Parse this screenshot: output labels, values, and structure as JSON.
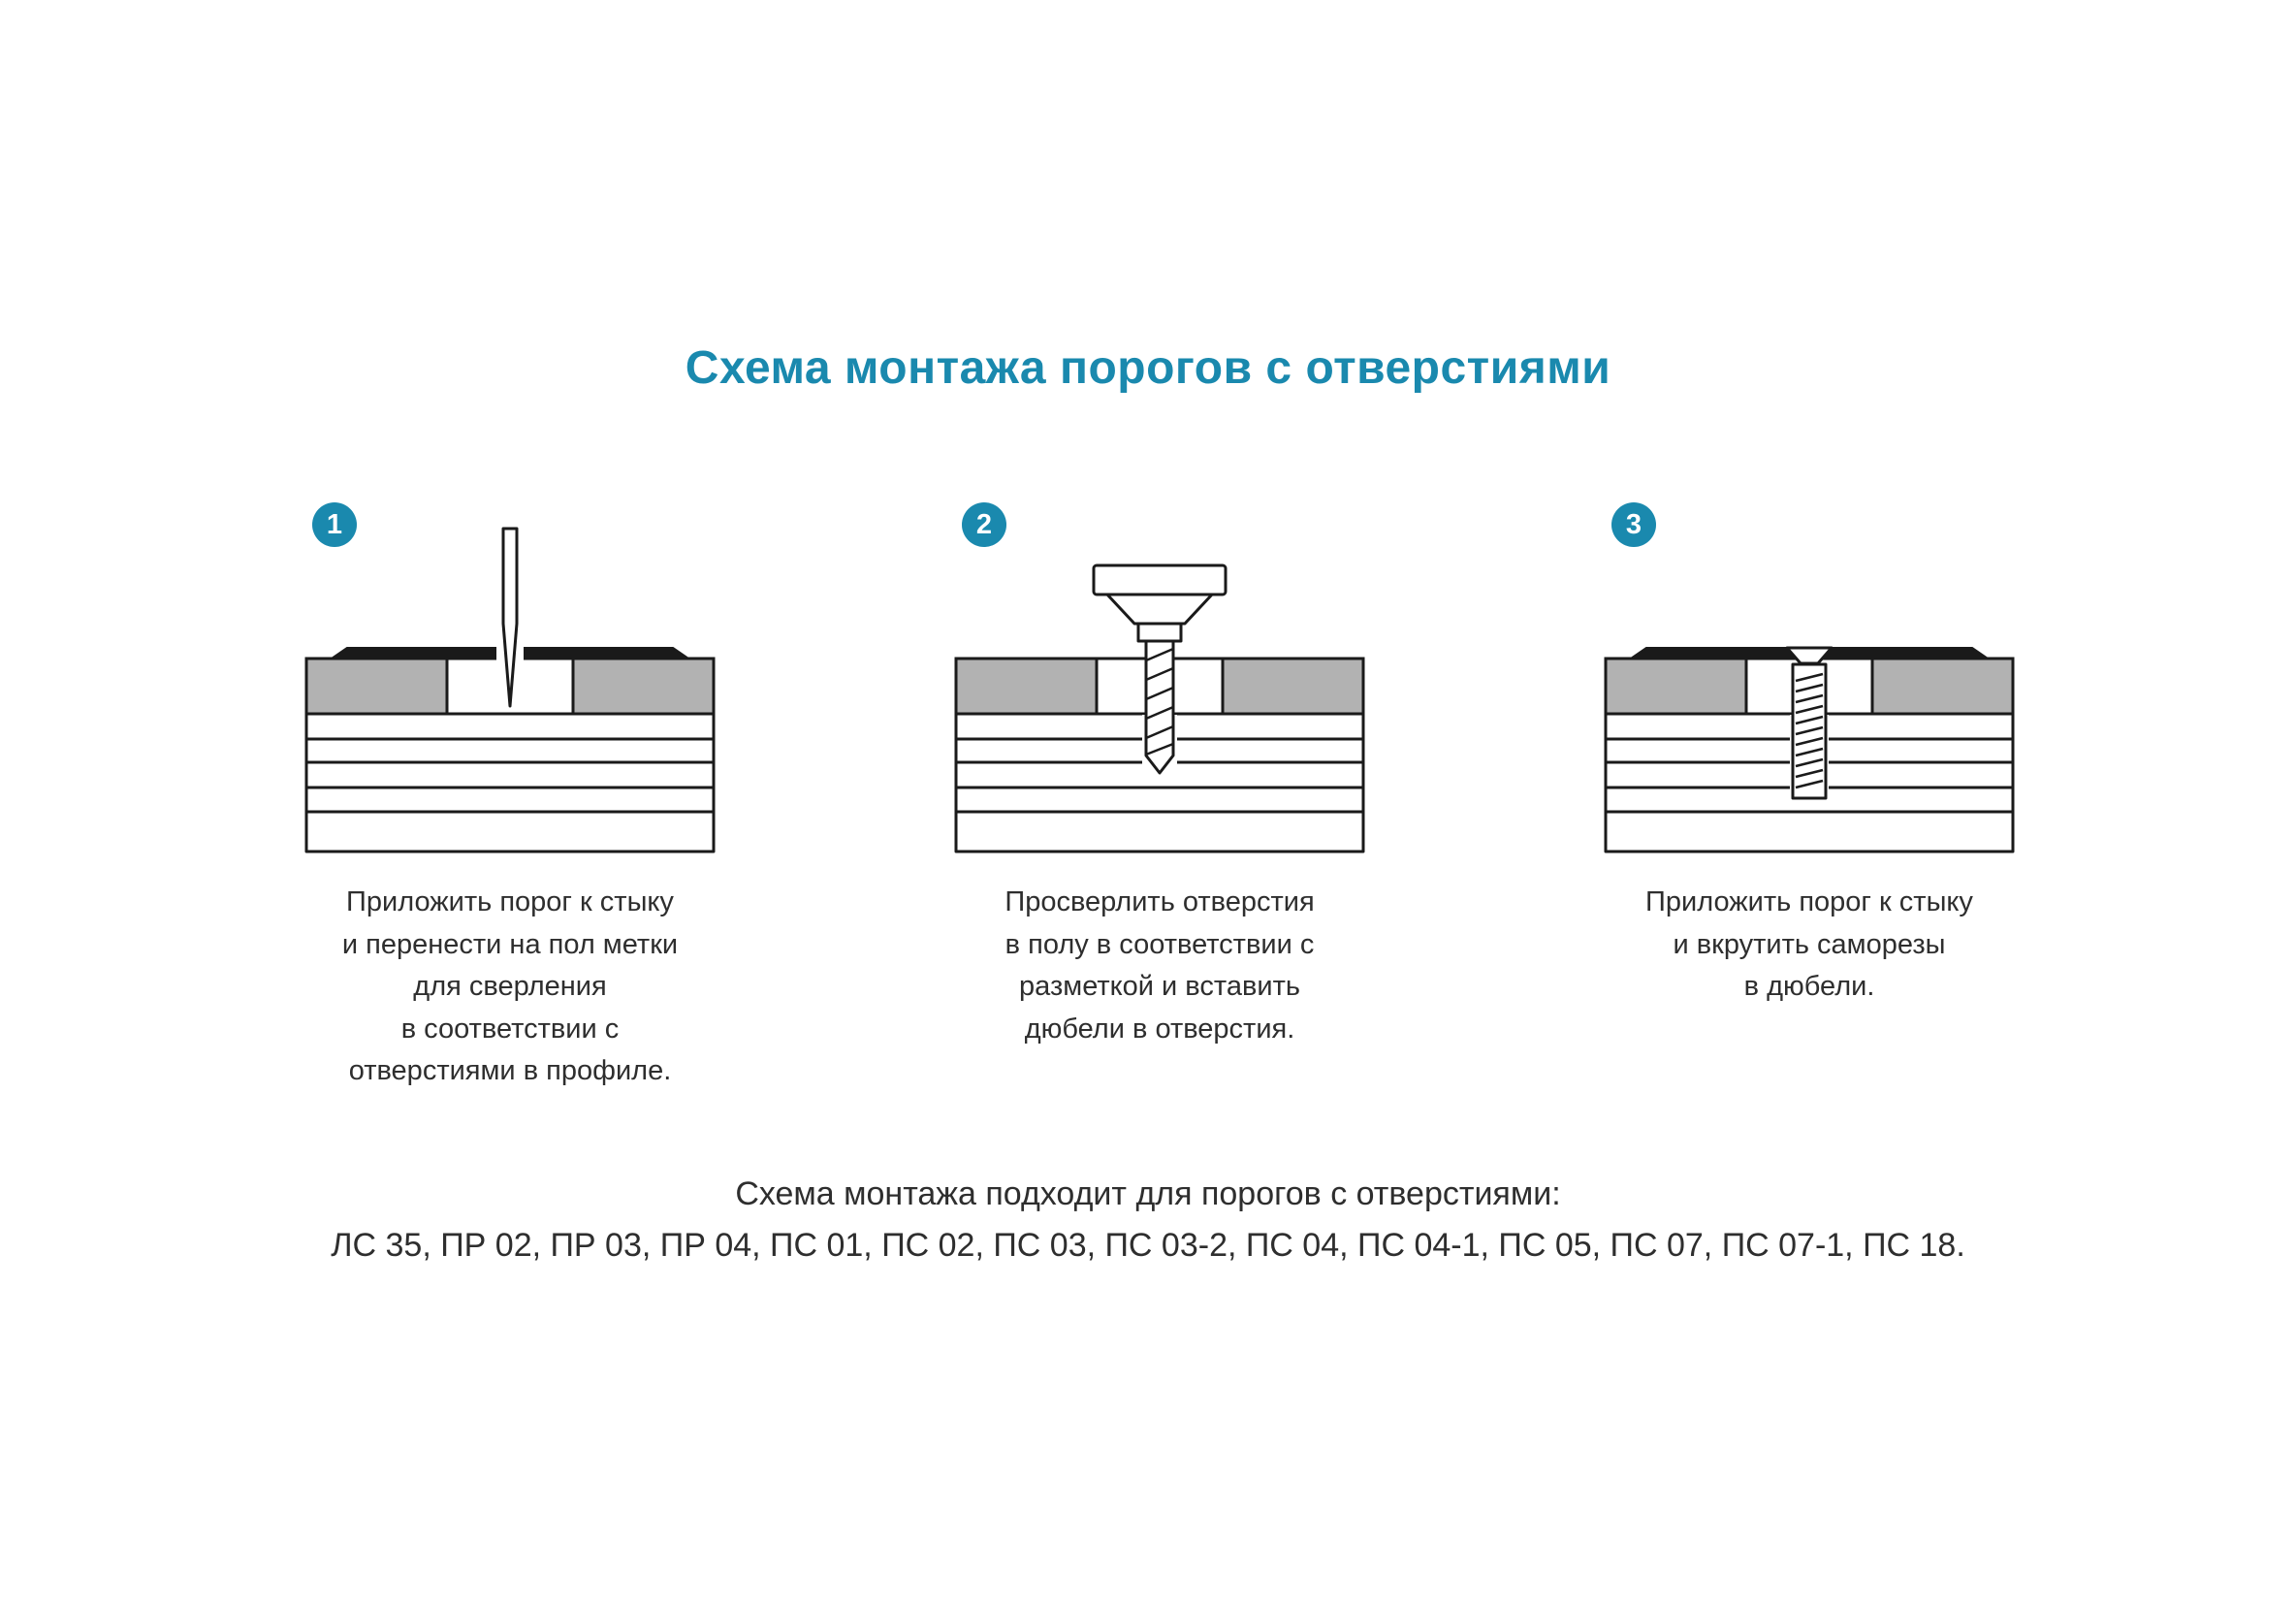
{
  "title": "Схема монтажа порогов с отверстиями",
  "colors": {
    "accent": "#1a89ae",
    "floor_gray": "#b2b2b2",
    "outline": "#1a1a1a",
    "text": "#2e2e2e"
  },
  "steps": [
    {
      "number": "1",
      "illustration": "marking-awl",
      "caption_lines": [
        "Приложить порог к стыку",
        "и перенести на пол метки",
        "для сверления",
        "в соответствии с",
        "отверстиями в профиле."
      ]
    },
    {
      "number": "2",
      "illustration": "drilling",
      "caption_lines": [
        "Просверлить отверстия",
        "в полу в соответствии с",
        "разметкой и вставить",
        "дюбели в отверстия."
      ]
    },
    {
      "number": "3",
      "illustration": "screw-into-dowel",
      "caption_lines": [
        "Приложить порог к стыку",
        "и вкрутить саморезы",
        "в дюбели."
      ]
    }
  ],
  "footer": {
    "line1": "Схема монтажа подходит для порогов с отверстиями:",
    "line2": "ЛС 35, ПР 02, ПР 03, ПР 04, ПС 01, ПС 02, ПС 03, ПС 03-2, ПС 04, ПС 04-1, ПС 05, ПС 07, ПС 07-1, ПС 18."
  }
}
